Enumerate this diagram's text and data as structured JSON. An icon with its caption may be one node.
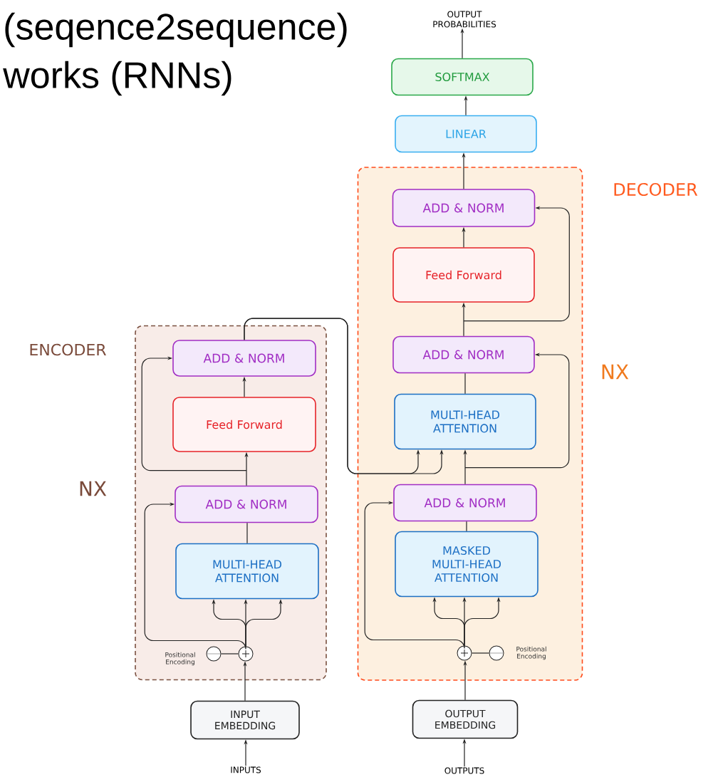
{
  "diagram": {
    "nodes": [
      {
        "text": [
          "ENCODER"
        ],
        "beside": [
          "NX"
        ]
      },
      {
        "text": [
          "ADD & NORM"
        ],
        "in": 0
      },
      {
        "text": [
          "Feed Forward"
        ],
        "in": 0
      },
      {
        "text": [
          "ADD & NORM"
        ],
        "in": 0
      },
      {
        "text": [
          "MULTI-HEAD ATTENTION"
        ],
        "in": 0
      },
      {
        "text": [],
        "shape": "circle",
        "in": 0
      },
      {
        "text": [],
        "shape": "circle",
        "in": 0,
        "beside": [
          "Positional Encoding"
        ]
      },
      {
        "text": [
          "INPUT EMBEDDING"
        ]
      },
      {
        "text": [
          "INPUTS"
        ]
      },
      {
        "text": [
          "DECODER"
        ],
        "beside": [
          "NX"
        ]
      },
      {
        "text": [
          "ADD & NORM"
        ],
        "in": 9
      },
      {
        "text": [
          "Feed Forward"
        ],
        "in": 9
      },
      {
        "text": [
          "ADD & NORM"
        ],
        "in": 9
      },
      {
        "text": [
          "MULTI-HEAD ATTENTION"
        ],
        "in": 9
      },
      {
        "text": [
          "ADD & NORM"
        ],
        "in": 9
      },
      {
        "text": [
          "MASKED MULTI-HEAD ATTENTION"
        ],
        "in": 9
      },
      {
        "text": [],
        "shape": "circle",
        "in": 9
      },
      {
        "text": [],
        "shape": "circle",
        "in": 9,
        "beside": [
          "Positional Encoding"
        ]
      },
      {
        "text": [
          "OUTPUT EMBEDDING"
        ]
      },
      {
        "text": [
          "OUTPUTS"
        ]
      },
      {
        "text": [
          "LINEAR"
        ]
      },
      {
        "text": [
          "SOFTMAX"
        ]
      },
      {
        "text": [
          "OUTPUT PROBABILITIES"
        ]
      }
    ],
    "edges": [
      {
        "from": 8,
        "to": 7,
        "arrow": "to"
      },
      {
        "from": 7,
        "to": 5,
        "arrow": "to"
      },
      {
        "from": 6,
        "to": 5,
        "arrow": "none"
      },
      {
        "from": 5,
        "to": 4,
        "arrow": "to"
      },
      {
        "from": 5,
        "to": 4,
        "arrow": "to"
      },
      {
        "from": 5,
        "to": 4,
        "arrow": "to"
      },
      {
        "from": 5,
        "to": 3,
        "arrow": "to"
      },
      {
        "from": 4,
        "to": 3,
        "arrow": "none"
      },
      {
        "from": 3,
        "to": 2,
        "arrow": "to"
      },
      {
        "from": 3,
        "to": 1,
        "arrow": "to"
      },
      {
        "from": 2,
        "to": 1,
        "arrow": "to"
      },
      {
        "from": 1,
        "to": 13,
        "arrow": "to"
      },
      {
        "from": 1,
        "to": 13,
        "arrow": "to"
      },
      {
        "from": 19,
        "to": 18,
        "arrow": "to"
      },
      {
        "from": 18,
        "to": 16,
        "arrow": "to"
      },
      {
        "from": 17,
        "to": 16,
        "arrow": "none"
      },
      {
        "from": 16,
        "to": 15,
        "arrow": "to"
      },
      {
        "from": 16,
        "to": 15,
        "arrow": "to"
      },
      {
        "from": 16,
        "to": 15,
        "arrow": "to"
      },
      {
        "from": 16,
        "to": 14,
        "arrow": "to"
      },
      {
        "from": 15,
        "to": 14,
        "arrow": "none"
      },
      {
        "from": 14,
        "to": 13,
        "arrow": "to"
      },
      {
        "from": 14,
        "to": 12,
        "arrow": "to"
      },
      {
        "from": 13,
        "to": 12,
        "arrow": "none"
      },
      {
        "from": 12,
        "to": 11,
        "arrow": "to"
      },
      {
        "from": 12,
        "to": 10,
        "arrow": "to"
      },
      {
        "from": 11,
        "to": 10,
        "arrow": "to"
      },
      {
        "from": 10,
        "to": 20,
        "arrow": "to"
      },
      {
        "from": 20,
        "to": 21,
        "arrow": "to"
      },
      {
        "from": 21,
        "to": 22,
        "arrow": "to"
      }
    ],
    "labels": [
      "(seqence2sequence)",
      "works (RNNs)"
    ]
  }
}
